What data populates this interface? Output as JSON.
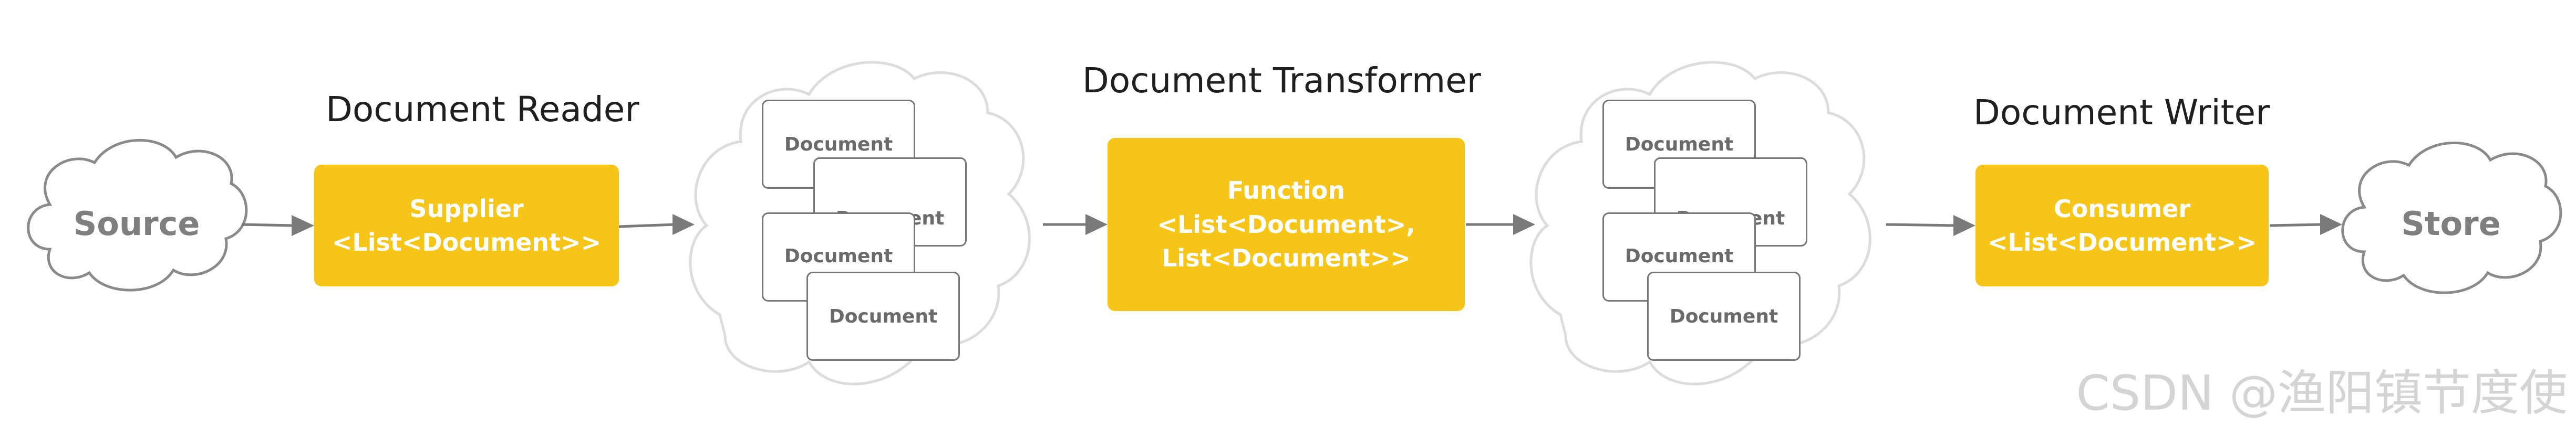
{
  "source": {
    "label": "Source"
  },
  "store": {
    "label": "Store"
  },
  "reader": {
    "title": "Document Reader",
    "line1": "Supplier",
    "line2": "<List<Document>>"
  },
  "transformer": {
    "title": "Document Transformer",
    "line1": "Function",
    "line2": "<List<Document>,",
    "line3": "List<Document>>"
  },
  "writer": {
    "title": "Document Writer",
    "line1": "Consumer",
    "line2": "<List<Document>>"
  },
  "doc_label": "Document",
  "watermark": "CSDN @渔阳镇节度使",
  "colors": {
    "accent": "#f7c517",
    "arrow": "#7a7a7a",
    "cloud_dark": "#8a8a8a",
    "cloud_light": "#d8d8d8"
  }
}
